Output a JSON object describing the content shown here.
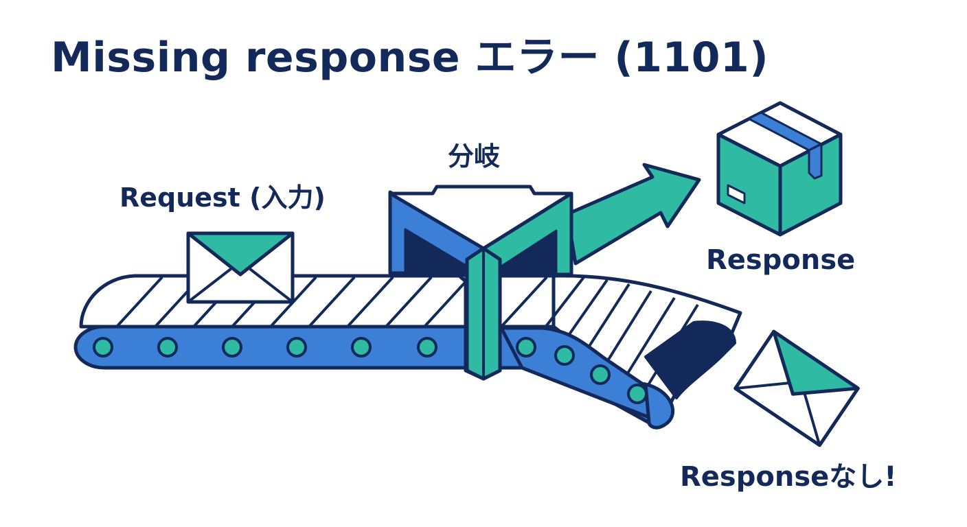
{
  "title": "Missing response エラー (1101)",
  "labels": {
    "request": "Request (入力)",
    "branch": "分岐",
    "response": "Response",
    "missing": "Responseなし!"
  },
  "colors": {
    "navy": "#13295a",
    "blue": "#3b7fd6",
    "teal": "#2ebaa3",
    "white": "#ffffff"
  },
  "icons": {
    "envelope": "envelope-icon",
    "box": "package-box-icon",
    "arrow": "right-arrow-icon",
    "conveyor": "conveyor-belt",
    "splitter": "branch-splitter"
  }
}
